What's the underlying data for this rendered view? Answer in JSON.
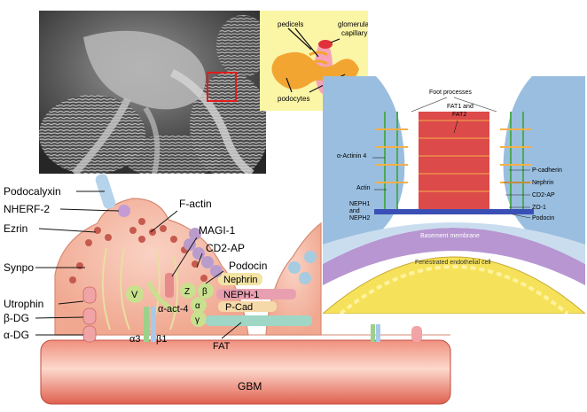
{
  "inset": {
    "pedicels": "pedicels",
    "glomerular_capillary_line1": "glomerular",
    "glomerular_capillary_line2": "capillary",
    "podocytes": "podocytes"
  },
  "main_labels": {
    "podocalyxin": "Podocalyxin",
    "nherf2": "NHERF-2",
    "ezrin": "Ezrin",
    "synpo": "Synpo",
    "utrophin": "Utrophin",
    "beta_dg": "β-DG",
    "alpha_dg": "α-DG",
    "f_actin": "F-actin",
    "magi1": "MAGI-1",
    "cd2ap": "CD2-AP",
    "podocin": "Podocin",
    "nephrin": "Nephrin",
    "neph1": "NEPH-1",
    "pcad": "P-Cad",
    "fat": "FAT",
    "alpha_act4": "α-act-4",
    "v": "V",
    "z": "Z",
    "beta": "β",
    "alpha": "α",
    "gamma": "γ",
    "alpha3": "α3",
    "beta1": "β1",
    "gbm": "GBM"
  },
  "detail_labels": {
    "foot_processes": "Foot processes",
    "fat1_line1": "FAT1 and",
    "fat1_line2": "FAT2",
    "alpha_actinin": "α-Actinin 4",
    "actin": "Actin",
    "neph1_line1": "NEPH1",
    "neph1_line2": "and",
    "neph1_line3": "NEPH2",
    "pcadherin": "P-cadherin",
    "nephrin": "Nephrin",
    "cd2ap": "CD2-AP",
    "zo1": "ZO-1",
    "podocin": "Podocin",
    "basement_membrane": "Basement membrane",
    "endothelial": "Fenestrated endothelial cell"
  },
  "colors": {
    "cell": "#f4b8a4",
    "gbm": "#e8705f",
    "inset_bg": "#fbf5a6",
    "podocyte_orange": "#f2a531",
    "capillary_red": "#e0303a",
    "actin_red": "#d93636",
    "membrane_blue": "#8fb7dc",
    "bm_purple": "#b796d1",
    "endo_yellow": "#f6e25a"
  }
}
